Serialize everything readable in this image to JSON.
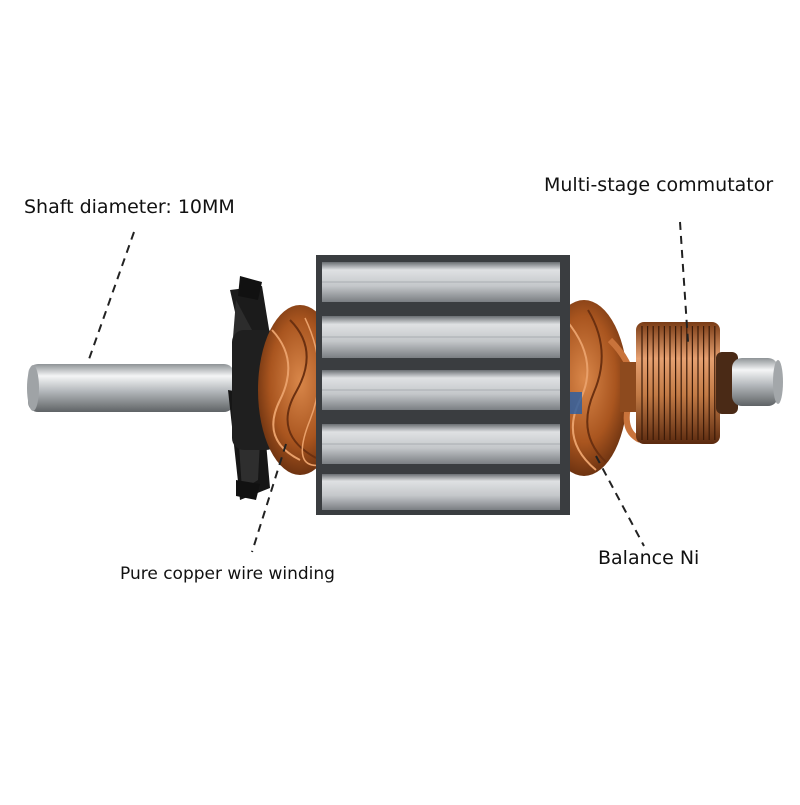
{
  "labels": {
    "shaft": "Shaft diameter: 10MM",
    "commutator": "Multi-stage commutator",
    "winding": "Pure copper wire winding",
    "balance": "Balance Ni"
  },
  "colors": {
    "background": "#ffffff",
    "copper": "#b0632a",
    "steel": "#c9ccce",
    "fan": "#1b1b1b",
    "leader_line": "#222222"
  }
}
